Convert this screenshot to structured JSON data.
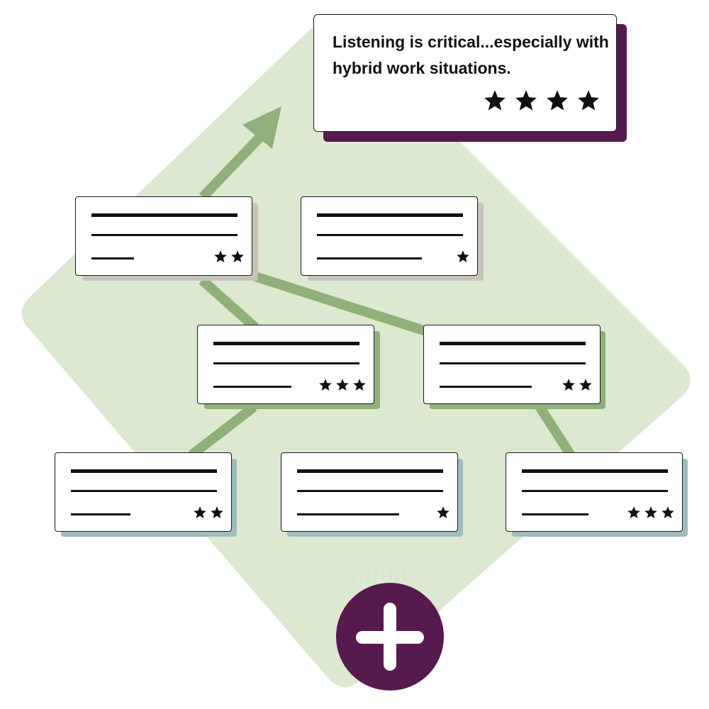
{
  "quote": {
    "text": "Listening is critical...especially with hybrid work situations.",
    "rating": 4
  },
  "feedback_cards": [
    {
      "id": "card-1",
      "rating": 2
    },
    {
      "id": "card-2",
      "rating": 1
    },
    {
      "id": "card-3",
      "rating": 3
    },
    {
      "id": "card-4",
      "rating": 2
    },
    {
      "id": "card-5",
      "rating": 2
    },
    {
      "id": "card-6",
      "rating": 1
    },
    {
      "id": "card-7",
      "rating": 3
    }
  ],
  "icons": {
    "star": "star-icon",
    "arrow": "up-arrow-icon",
    "add": "plus-icon"
  },
  "colors": {
    "diamond": "#dce8cf",
    "connector": "#8fb07a",
    "accent_purple": "#561a4f",
    "shadow_gray": "#c7c3bb",
    "shadow_green": "#8fb07a",
    "shadow_teal": "#9fbcbd"
  }
}
